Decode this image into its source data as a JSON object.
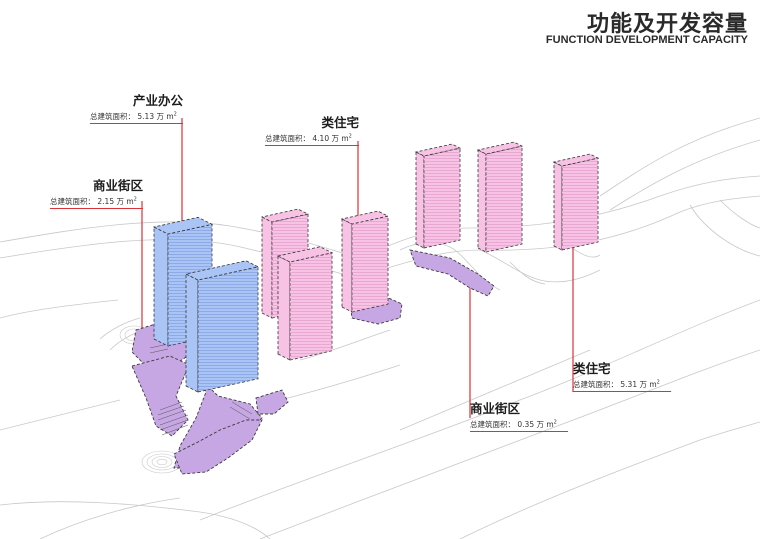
{
  "title": {
    "cn": "功能及开发容量",
    "en": "FUNCTION DEVELOPMENT CAPACITY"
  },
  "labels": {
    "office": {
      "name": "产业办公",
      "area_label": "总建筑面积：",
      "area_value": "5.13 万 m",
      "unit_sup": "2"
    },
    "resi_center": {
      "name": "类住宅",
      "area_label": "总建筑面积：",
      "area_value": "4.10 万 m",
      "unit_sup": "2"
    },
    "retail_left": {
      "name": "商业街区",
      "area_label": "总建筑面积：",
      "area_value": "2.15 万 m",
      "unit_sup": "2"
    },
    "resi_right": {
      "name": "类住宅",
      "area_label": "总建筑面积：",
      "area_value": "5.31 万 m",
      "unit_sup": "2"
    },
    "retail_right": {
      "name": "商业街区",
      "area_label": "总建筑面积：",
      "area_value": "0.35 万 m",
      "unit_sup": "2"
    }
  },
  "colors": {
    "office": "#a9c4f5",
    "residential": "#f7c2e4",
    "commercial": "#c6a7e4",
    "leader": "#d8323a",
    "context_line": "#bdbdbd"
  }
}
